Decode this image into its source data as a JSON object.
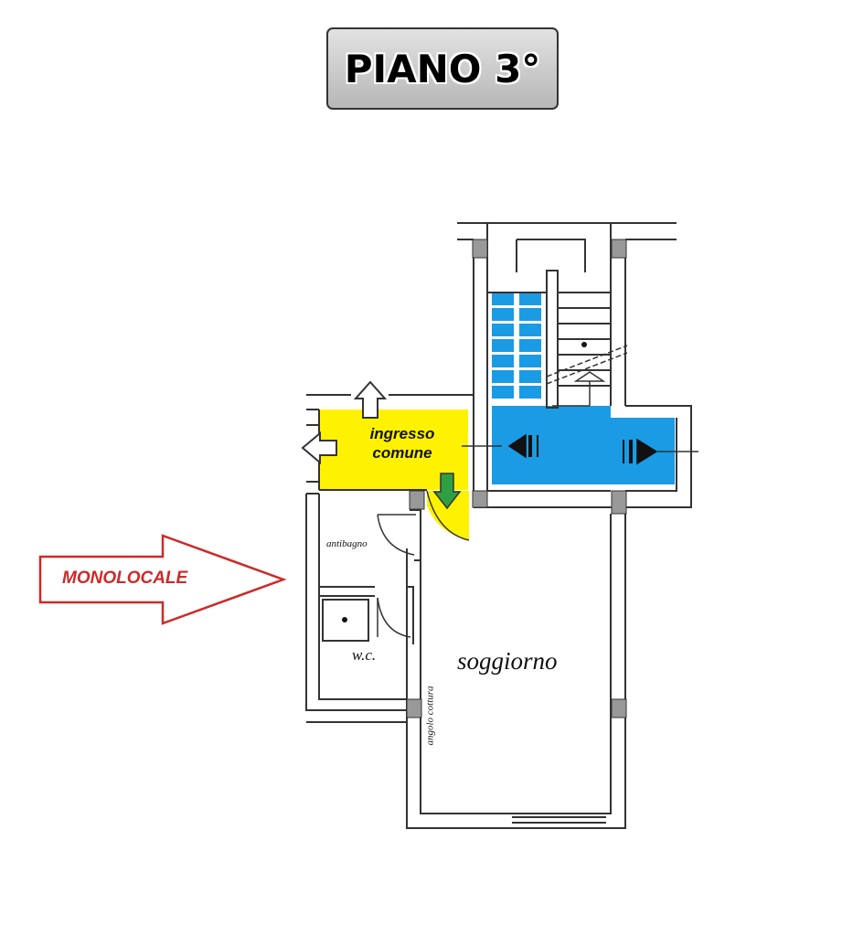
{
  "title": "PIANO 3°",
  "unit_label": "MONOLOCALE",
  "rooms": {
    "ingresso_line1": "ingresso",
    "ingresso_line2": "comune",
    "antibagno": "antibagno",
    "wc": "w.c.",
    "soggiorno": "soggiorno",
    "angolo_cottura": "angolo cottura"
  },
  "colors": {
    "common_entrance": "#fff200",
    "stair_landing": "#1b9be4",
    "unit_arrow": "#cc2a2a",
    "entry_arrow": "#2ea043",
    "wall": "#333333"
  },
  "icons": [
    "up-arrow-icon",
    "left-arrow-icon",
    "down-entry-arrow-icon",
    "left-double-arrow-icon",
    "right-double-arrow-icon",
    "stair-up-arrow-icon",
    "shower-tray-icon"
  ]
}
